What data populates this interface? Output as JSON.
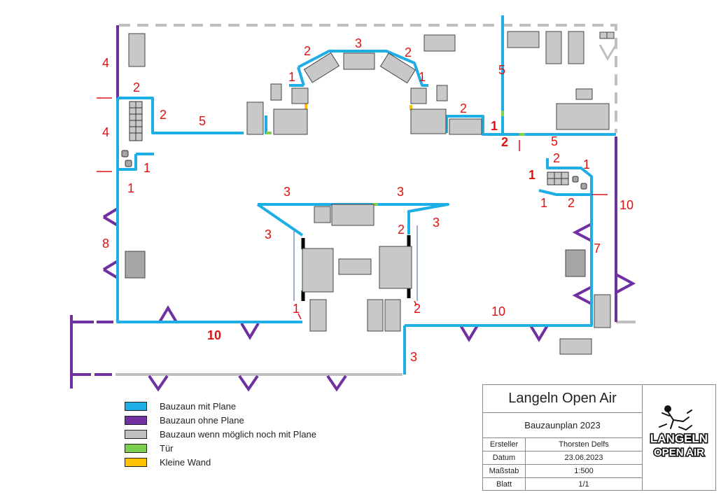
{
  "labels": {
    "l4a": "4",
    "l2a": "2",
    "l4b": "4",
    "l2b": "2",
    "l5a": "5",
    "l1a": "1",
    "l1b": "1",
    "l8": "8",
    "l10a": "10",
    "l2c": "2",
    "l3a": "3",
    "l2d": "2",
    "l1c": "1",
    "l1d": "1",
    "l5b": "5",
    "l2e": "2",
    "l1e": "1",
    "l2f": "2",
    "l5c": "5",
    "l2g": "2",
    "l1f": "1",
    "l1g": "1",
    "l1h": "1",
    "l2h": "2",
    "l10b": "10",
    "l7": "7",
    "l3b": "3",
    "l3c": "3",
    "l3d": "3",
    "l3e": "3",
    "l2i": "2",
    "l1i": "1",
    "l2j": "2",
    "l10c": "10",
    "l3f": "3"
  },
  "legend": {
    "items": [
      {
        "label": "Bauzaun mit Plane",
        "color": "#1eaee6"
      },
      {
        "label": "Bauzaun ohne Plane",
        "color": "#7030a0"
      },
      {
        "label": "Bauzaun wenn möglich noch mit Plane",
        "color": "#bfbfbf"
      },
      {
        "label": "Tür",
        "color": "#7ccf4f"
      },
      {
        "label": "Kleine Wand",
        "color": "#ffc000"
      }
    ]
  },
  "titleblock": {
    "title": "Langeln Open Air",
    "subtitle": "Bauzaunplan 2023",
    "rows": [
      {
        "key": "Ersteller",
        "value": "Thorsten Delfs"
      },
      {
        "key": "Datum",
        "value": "23.06.2023"
      },
      {
        "key": "Maßstab",
        "value": "1:500"
      },
      {
        "key": "Blatt",
        "value": "1/1"
      }
    ],
    "logo_text": [
      "LANGELN",
      "OPEN AIR"
    ]
  },
  "colors": {
    "with_tarp": "#1eaee6",
    "without_tarp": "#7030a0",
    "maybe_tarp": "#bfbfbf",
    "door": "#7ccf4f",
    "small_wall": "#ffc000",
    "marker": "#e01010"
  }
}
